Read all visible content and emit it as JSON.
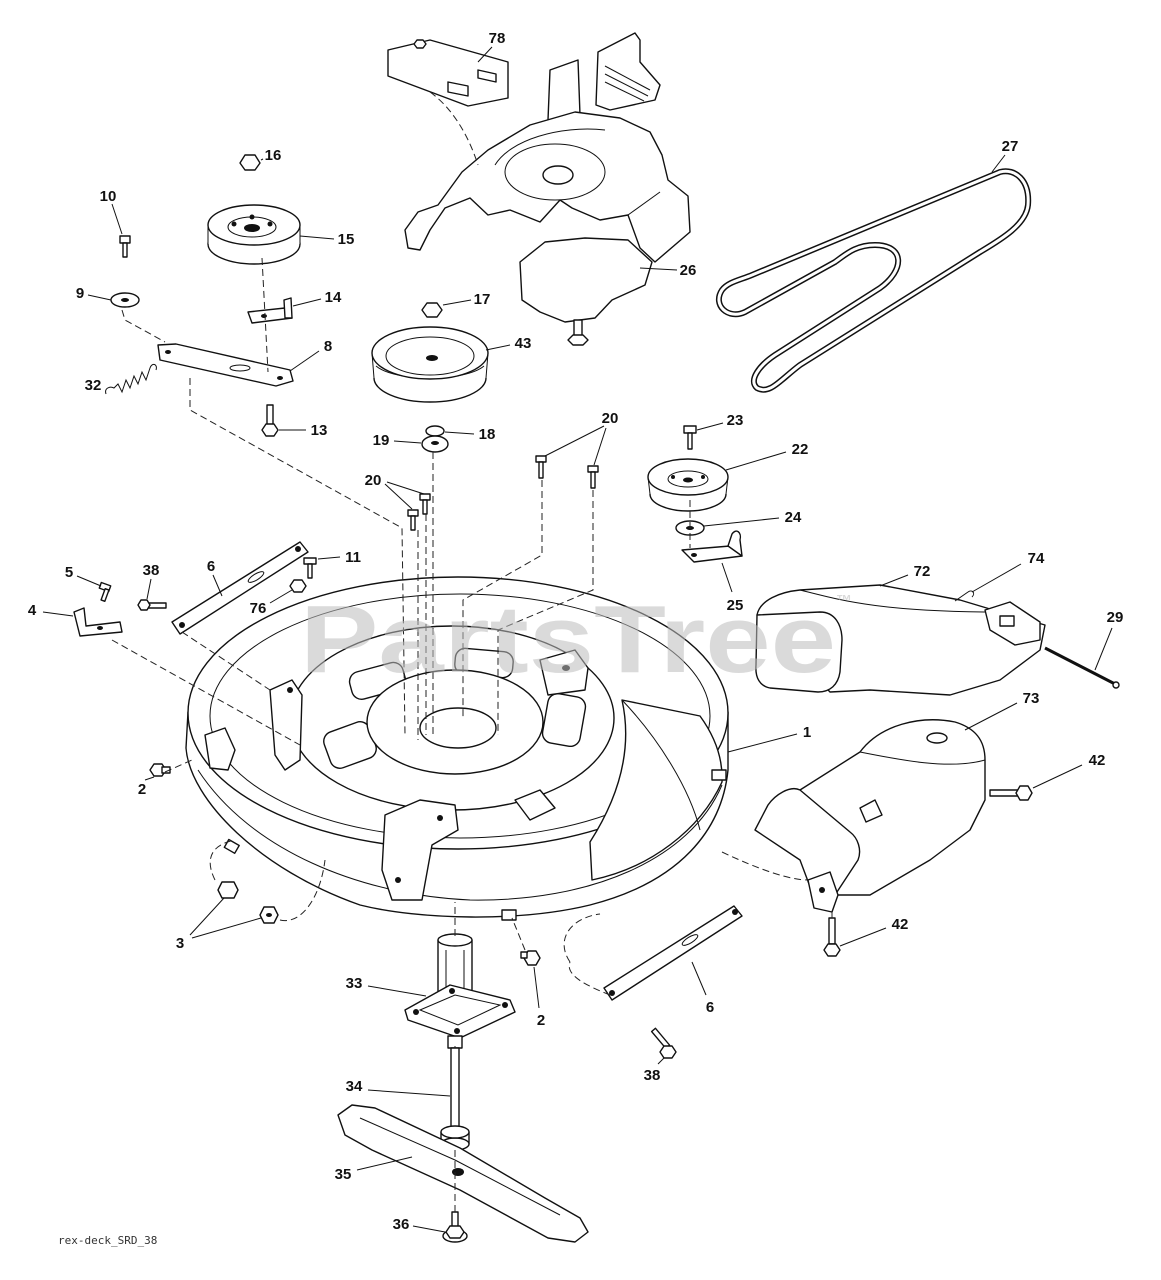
{
  "diagram": {
    "watermark": "PartsTree",
    "watermark_tm": "™",
    "footer_label": "rex-deck_SRD_38",
    "callouts": [
      "78",
      "16",
      "27",
      "10",
      "15",
      "26",
      "9",
      "14",
      "17",
      "8",
      "43",
      "32",
      "13",
      "19",
      "18",
      "20",
      "23",
      "22",
      "20",
      "24",
      "5",
      "38",
      "6",
      "11",
      "76",
      "72",
      "74",
      "25",
      "29",
      "4",
      "73",
      "1",
      "42",
      "2",
      "42",
      "3",
      "33",
      "2",
      "6",
      "38",
      "34",
      "35",
      "36"
    ]
  }
}
